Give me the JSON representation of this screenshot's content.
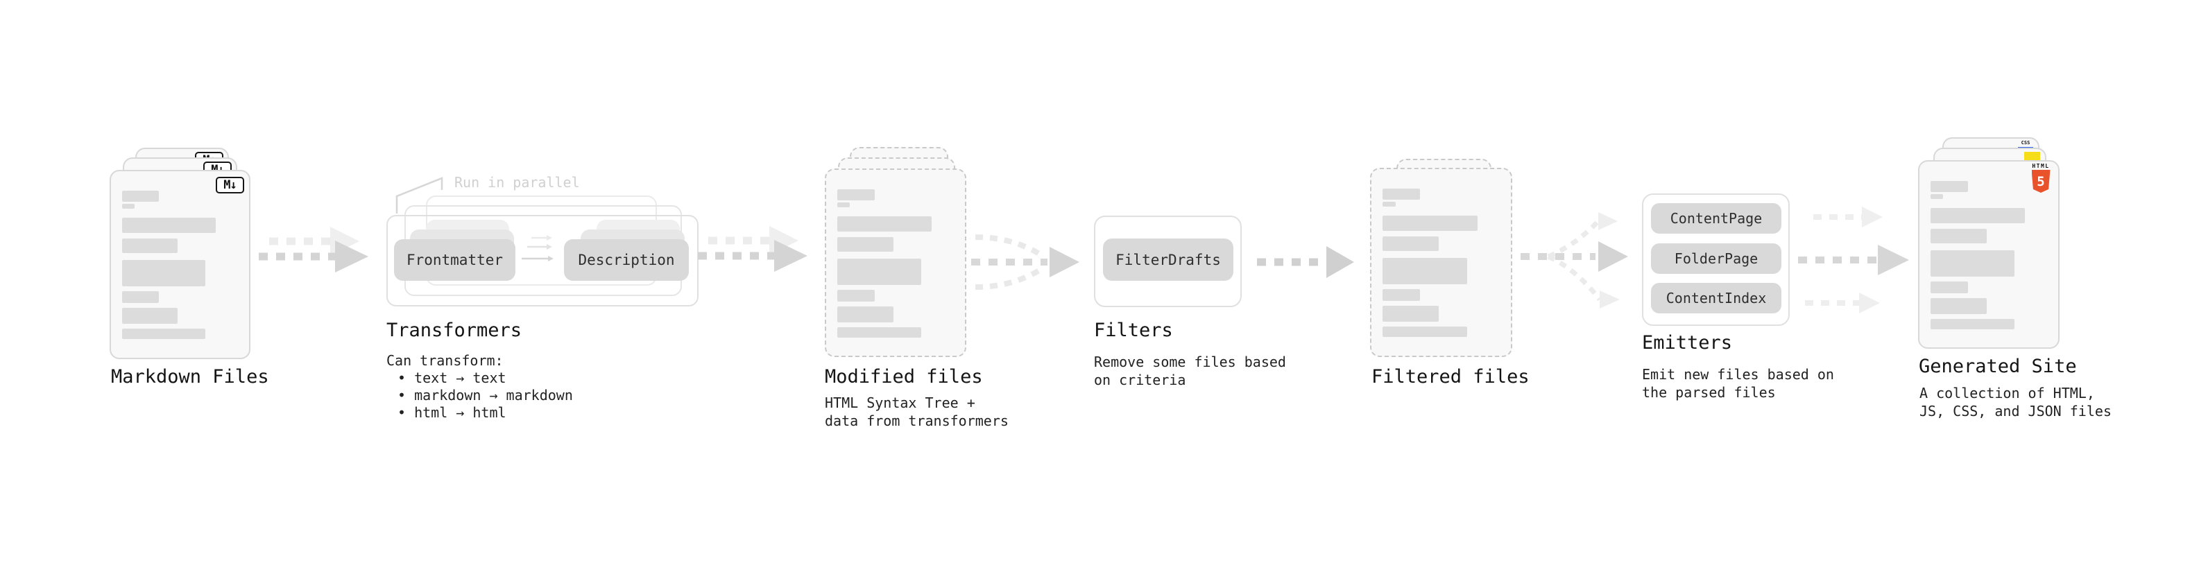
{
  "sections": {
    "markdown": {
      "label": "Markdown Files"
    },
    "transformers": {
      "title": "Transformers",
      "note": "Run in parallel",
      "pill_left": "Frontmatter",
      "pill_right": "Description",
      "desc_heading": "Can transform:",
      "bullets": [
        "• text → text",
        "• markdown → markdown",
        "• html → html"
      ]
    },
    "modified": {
      "title": "Modified files",
      "desc": "HTML Syntax Tree +\ndata from transformers"
    },
    "filters": {
      "title": "Filters",
      "pill": "FilterDrafts",
      "desc": "Remove some files based\non criteria"
    },
    "filtered": {
      "title": "Filtered files"
    },
    "emitters": {
      "title": "Emitters",
      "pills": [
        "ContentPage",
        "FolderPage",
        "ContentIndex"
      ],
      "desc": "Emit new files based on\nthe parsed files"
    },
    "generated": {
      "title": "Generated Site",
      "desc": "A collection of HTML,\nJS, CSS, and JSON files"
    }
  },
  "badges": {
    "markdown": "M↓",
    "html5_label": "HTML",
    "html5_number": "5",
    "css": "CSS"
  },
  "icons": [
    "markdown-badge-icon",
    "html5-logo-icon",
    "javascript-badge-icon",
    "css-badge-icon",
    "double-dashed-arrow-icon",
    "converge-arrow-icon",
    "single-dashed-arrow-icon",
    "diverge-arrow-icon",
    "triple-dashed-arrow-icon",
    "callout-line-icon"
  ],
  "colors": {
    "html5_orange": "#e8532c",
    "js_yellow": "#f5de19",
    "css_blue": "#2d63e8",
    "pill_gray": "#d9d9d9",
    "bar_gray": "#dcdcdc",
    "arrow_gray": "#d4d4d4",
    "arrow_light": "#ececec",
    "note_gray": "#d0d0d0"
  }
}
